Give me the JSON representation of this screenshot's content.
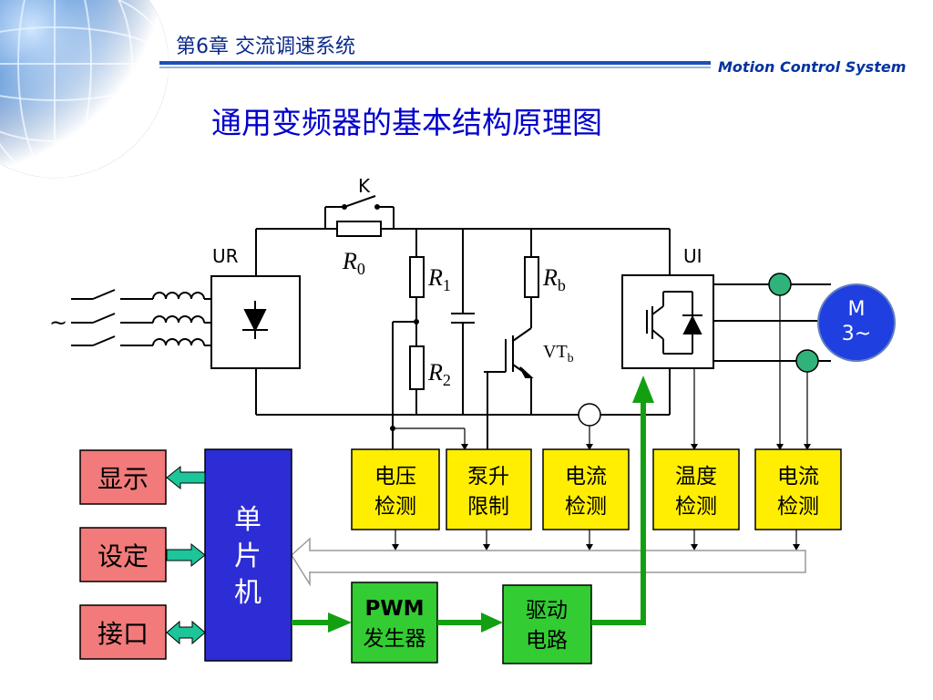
{
  "header": {
    "chapter": "第6章  交流调速系统",
    "brand": "Motion Control System",
    "brand_color": "#0033a0",
    "line_color": "#1e4fb5"
  },
  "slide": {
    "title": "通用变频器的基本结构原理图",
    "title_color": "#0000cc"
  },
  "circuit": {
    "ac_symbol": "~",
    "rectifier": "UR",
    "inverter": "UI",
    "switch": "K",
    "r0": {
      "main": "R",
      "sub": "0"
    },
    "r1": {
      "main": "R",
      "sub": "1"
    },
    "r2": {
      "main": "R",
      "sub": "2"
    },
    "rb": {
      "main": "R",
      "sub": "b"
    },
    "vtb": {
      "main": "VT",
      "sub": "b"
    },
    "motor": {
      "line1": "M",
      "line2": "3~",
      "color": "#1f3fe0"
    },
    "sensor_color": "#2fb37a"
  },
  "blocks": {
    "detect_color": "#ffee00",
    "io_color": "#f27a7a",
    "mcu_color": "#2d2dd6",
    "green_color": "#33cc33",
    "arrow_color": "#12a012",
    "display": "显示",
    "setting": "设定",
    "interface": "接口",
    "mcu": [
      "单",
      "片",
      "机"
    ],
    "voltage_detect": [
      "电压",
      "检测"
    ],
    "pump_limit": [
      "泵升",
      "限制"
    ],
    "current_detect_1": [
      "电流",
      "检测"
    ],
    "temp_detect": [
      "温度",
      "检测"
    ],
    "current_detect_2": [
      "电流",
      "检测"
    ],
    "pwm": [
      "PWM",
      "发生器"
    ],
    "driver": [
      "驱动",
      "电路"
    ]
  }
}
